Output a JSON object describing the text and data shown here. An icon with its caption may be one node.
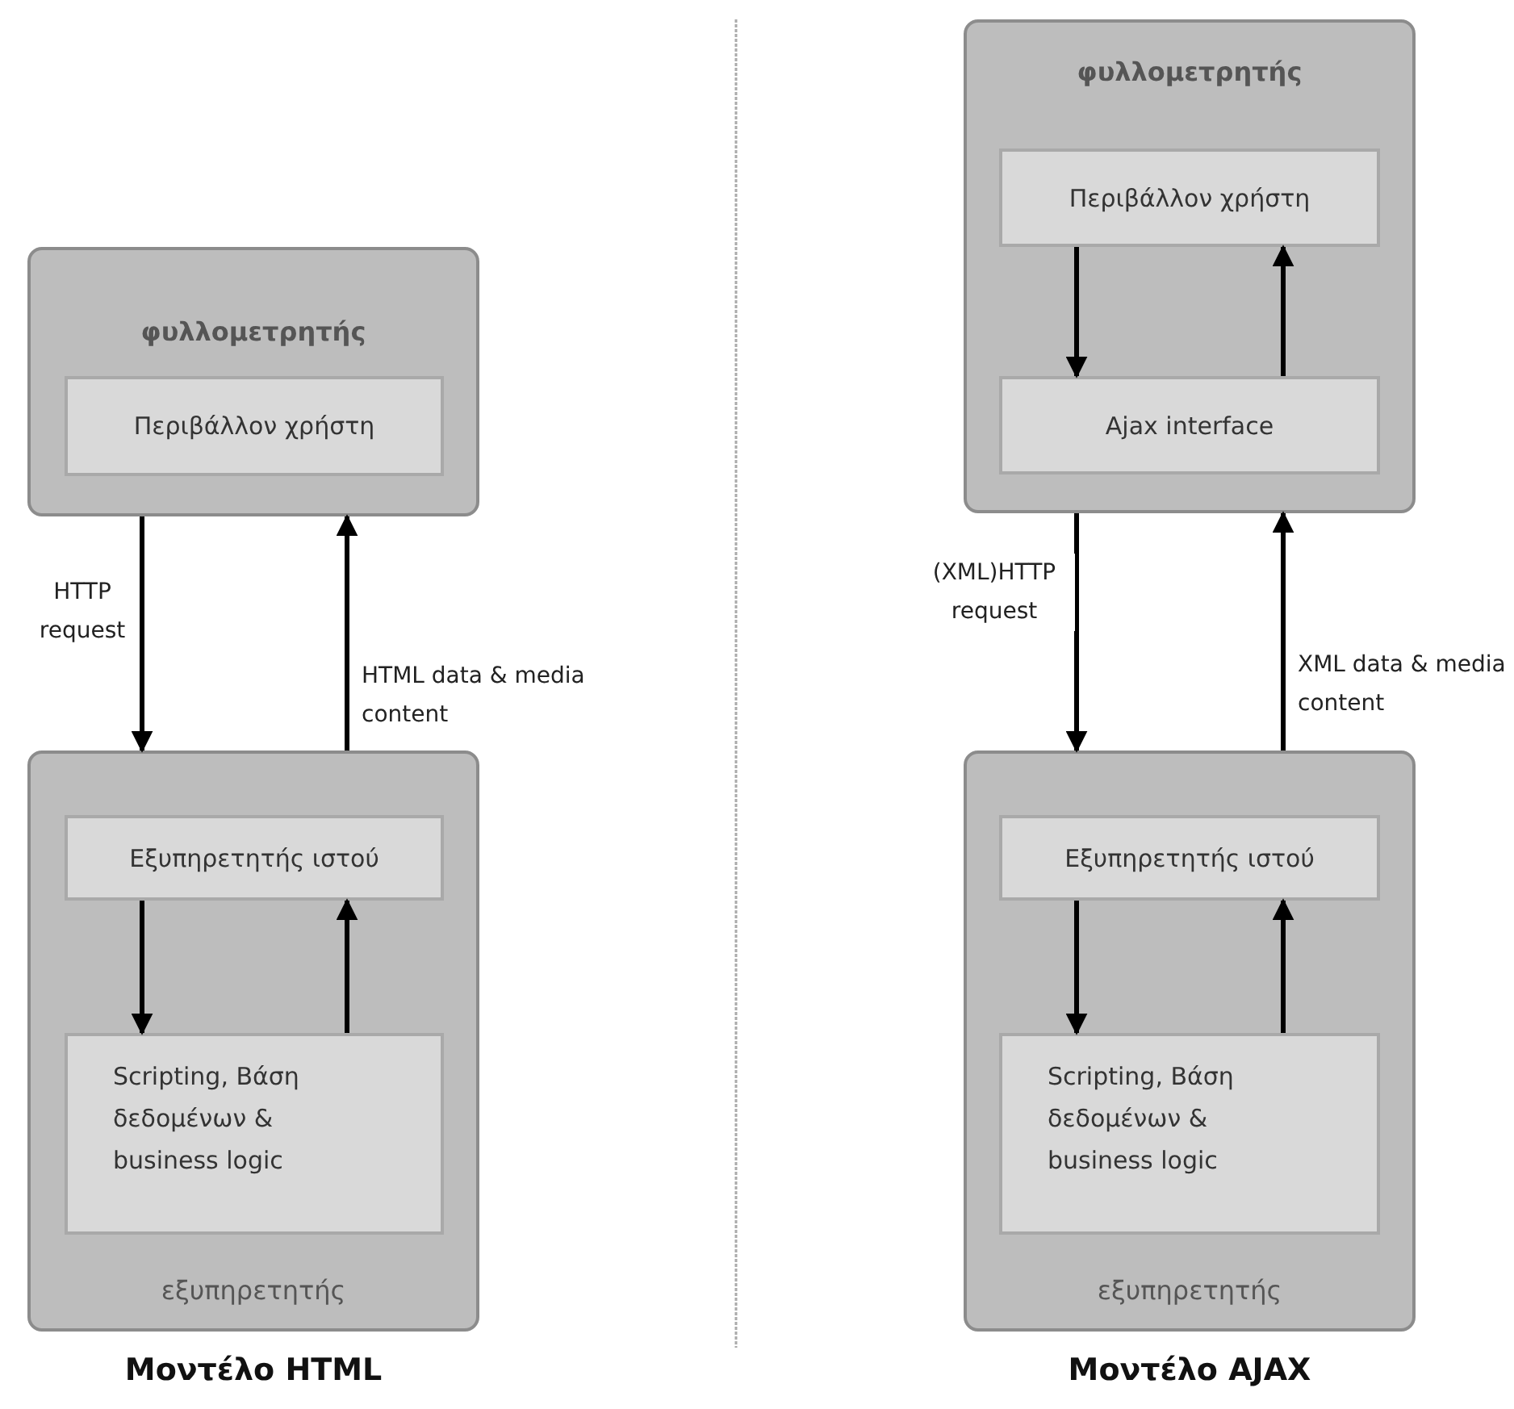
{
  "diagram": {
    "nodes": [
      {
        "text": [
          "φυλλομετρητής"
        ]
      },
      {
        "text": [
          "Περιβάλλον χρήστη"
        ],
        "in": 0
      },
      {
        "text": [
          "εξυπηρετητής"
        ]
      },
      {
        "text": [
          "Εξυπηρετητής ιστού"
        ],
        "in": 2
      },
      {
        "text": [
          "Scripting, Βάση δεδομένων & business logic"
        ],
        "in": 2
      },
      {
        "text": [
          "φυλλομετρητής"
        ]
      },
      {
        "text": [
          "Περιβάλλον χρήστη"
        ],
        "in": 5
      },
      {
        "text": [
          "Ajax interface"
        ],
        "in": 5
      },
      {
        "text": [
          "εξυπηρετητής"
        ]
      },
      {
        "text": [
          "Εξυπηρετητής ιστού"
        ],
        "in": 8
      },
      {
        "text": [
          "Scripting, Βάση δεδομένων & business logic"
        ],
        "in": 8
      }
    ],
    "edges": [
      {
        "from": 0,
        "to": 2,
        "arrow": "to",
        "label": "HTTP request"
      },
      {
        "from": 2,
        "to": 0,
        "arrow": "to",
        "label": "HTML data & media content"
      },
      {
        "from": 3,
        "to": 4,
        "arrow": "to"
      },
      {
        "from": 4,
        "to": 3,
        "arrow": "to"
      },
      {
        "from": 6,
        "to": 7,
        "arrow": "to"
      },
      {
        "from": 7,
        "to": 6,
        "arrow": "to"
      },
      {
        "from": 5,
        "to": 8,
        "arrow": "to",
        "label": "(XML)HTTP request"
      },
      {
        "from": 8,
        "to": 5,
        "arrow": "to",
        "label": "XML data & media content"
      },
      {
        "from": 9,
        "to": 10,
        "arrow": "to"
      },
      {
        "from": 10,
        "to": 9,
        "arrow": "to"
      }
    ],
    "labels": [
      "Μοντέλο HTML",
      "Μοντέλο AJAX"
    ]
  }
}
